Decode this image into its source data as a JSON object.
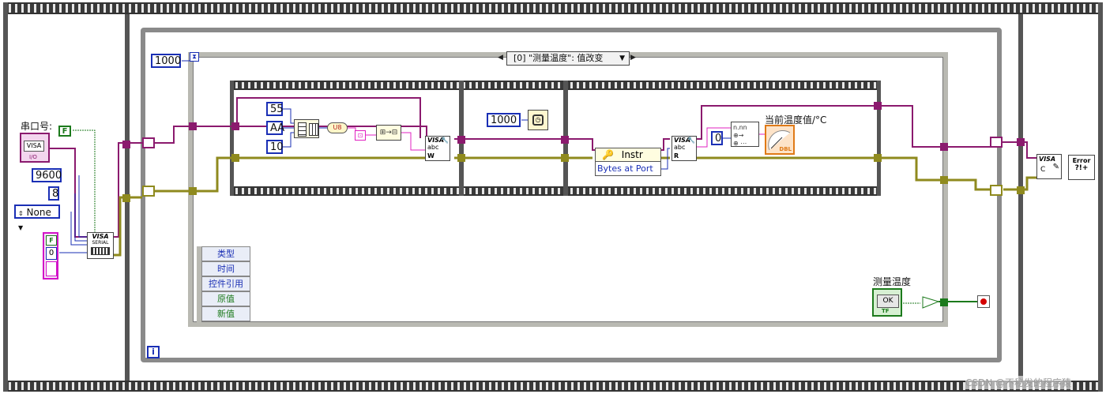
{
  "init": {
    "serial_port_label": "串口号:",
    "serial_port_value": "VISA",
    "serial_port_sub": "I/O",
    "false_const": "F",
    "baud_rate": "9600",
    "data_bits": "8",
    "parity": "None",
    "stop_bool": "F",
    "stop_value": "0",
    "visa_config_label": "VISA",
    "visa_config_sub": "SERIAL"
  },
  "while_loop": {
    "timeout": "1000",
    "iteration_icon": "i"
  },
  "event_case": {
    "selector": "[0] \"测量温度\": 值改变",
    "event_data": [
      "类型",
      "时间",
      "控件引用",
      "原值",
      "新值"
    ],
    "control_label": "测量温度",
    "control_button": "OK",
    "control_sub": "TF"
  },
  "frame1": {
    "const_55": "55",
    "const_aa": "AA",
    "const_10": "10",
    "u8_label": "U8",
    "write_label": "VISA",
    "write_sub": "abc",
    "write_mode": "W"
  },
  "frame2": {
    "wait_ms": "1000"
  },
  "frame3": {
    "property_node": "Instr",
    "property_item": "Bytes at Port",
    "read_label": "VISA",
    "read_sub": "abc",
    "read_mode": "R",
    "const_zero": "0",
    "indicator_label": "当前温度值/°C",
    "indicator_glyph": "DBL"
  },
  "close": {
    "close_label": "VISA",
    "close_sub": "C",
    "error_label": "Error",
    "error_sub": "?!+"
  },
  "footer": {
    "watermark": "CSDN @不秘发的程序猿"
  },
  "colors": {
    "visa_wire": "#8b1a6e",
    "error_wire": "#8f8a1e",
    "number_wire": "#1a2fb5",
    "bool_wire": "#1c7a1c",
    "stop_red": "#d40000"
  },
  "icons": [
    "clock-icon",
    "wrench-icon",
    "gauge-icon",
    "stop-icon",
    "dropdown-arrow-icon"
  ]
}
